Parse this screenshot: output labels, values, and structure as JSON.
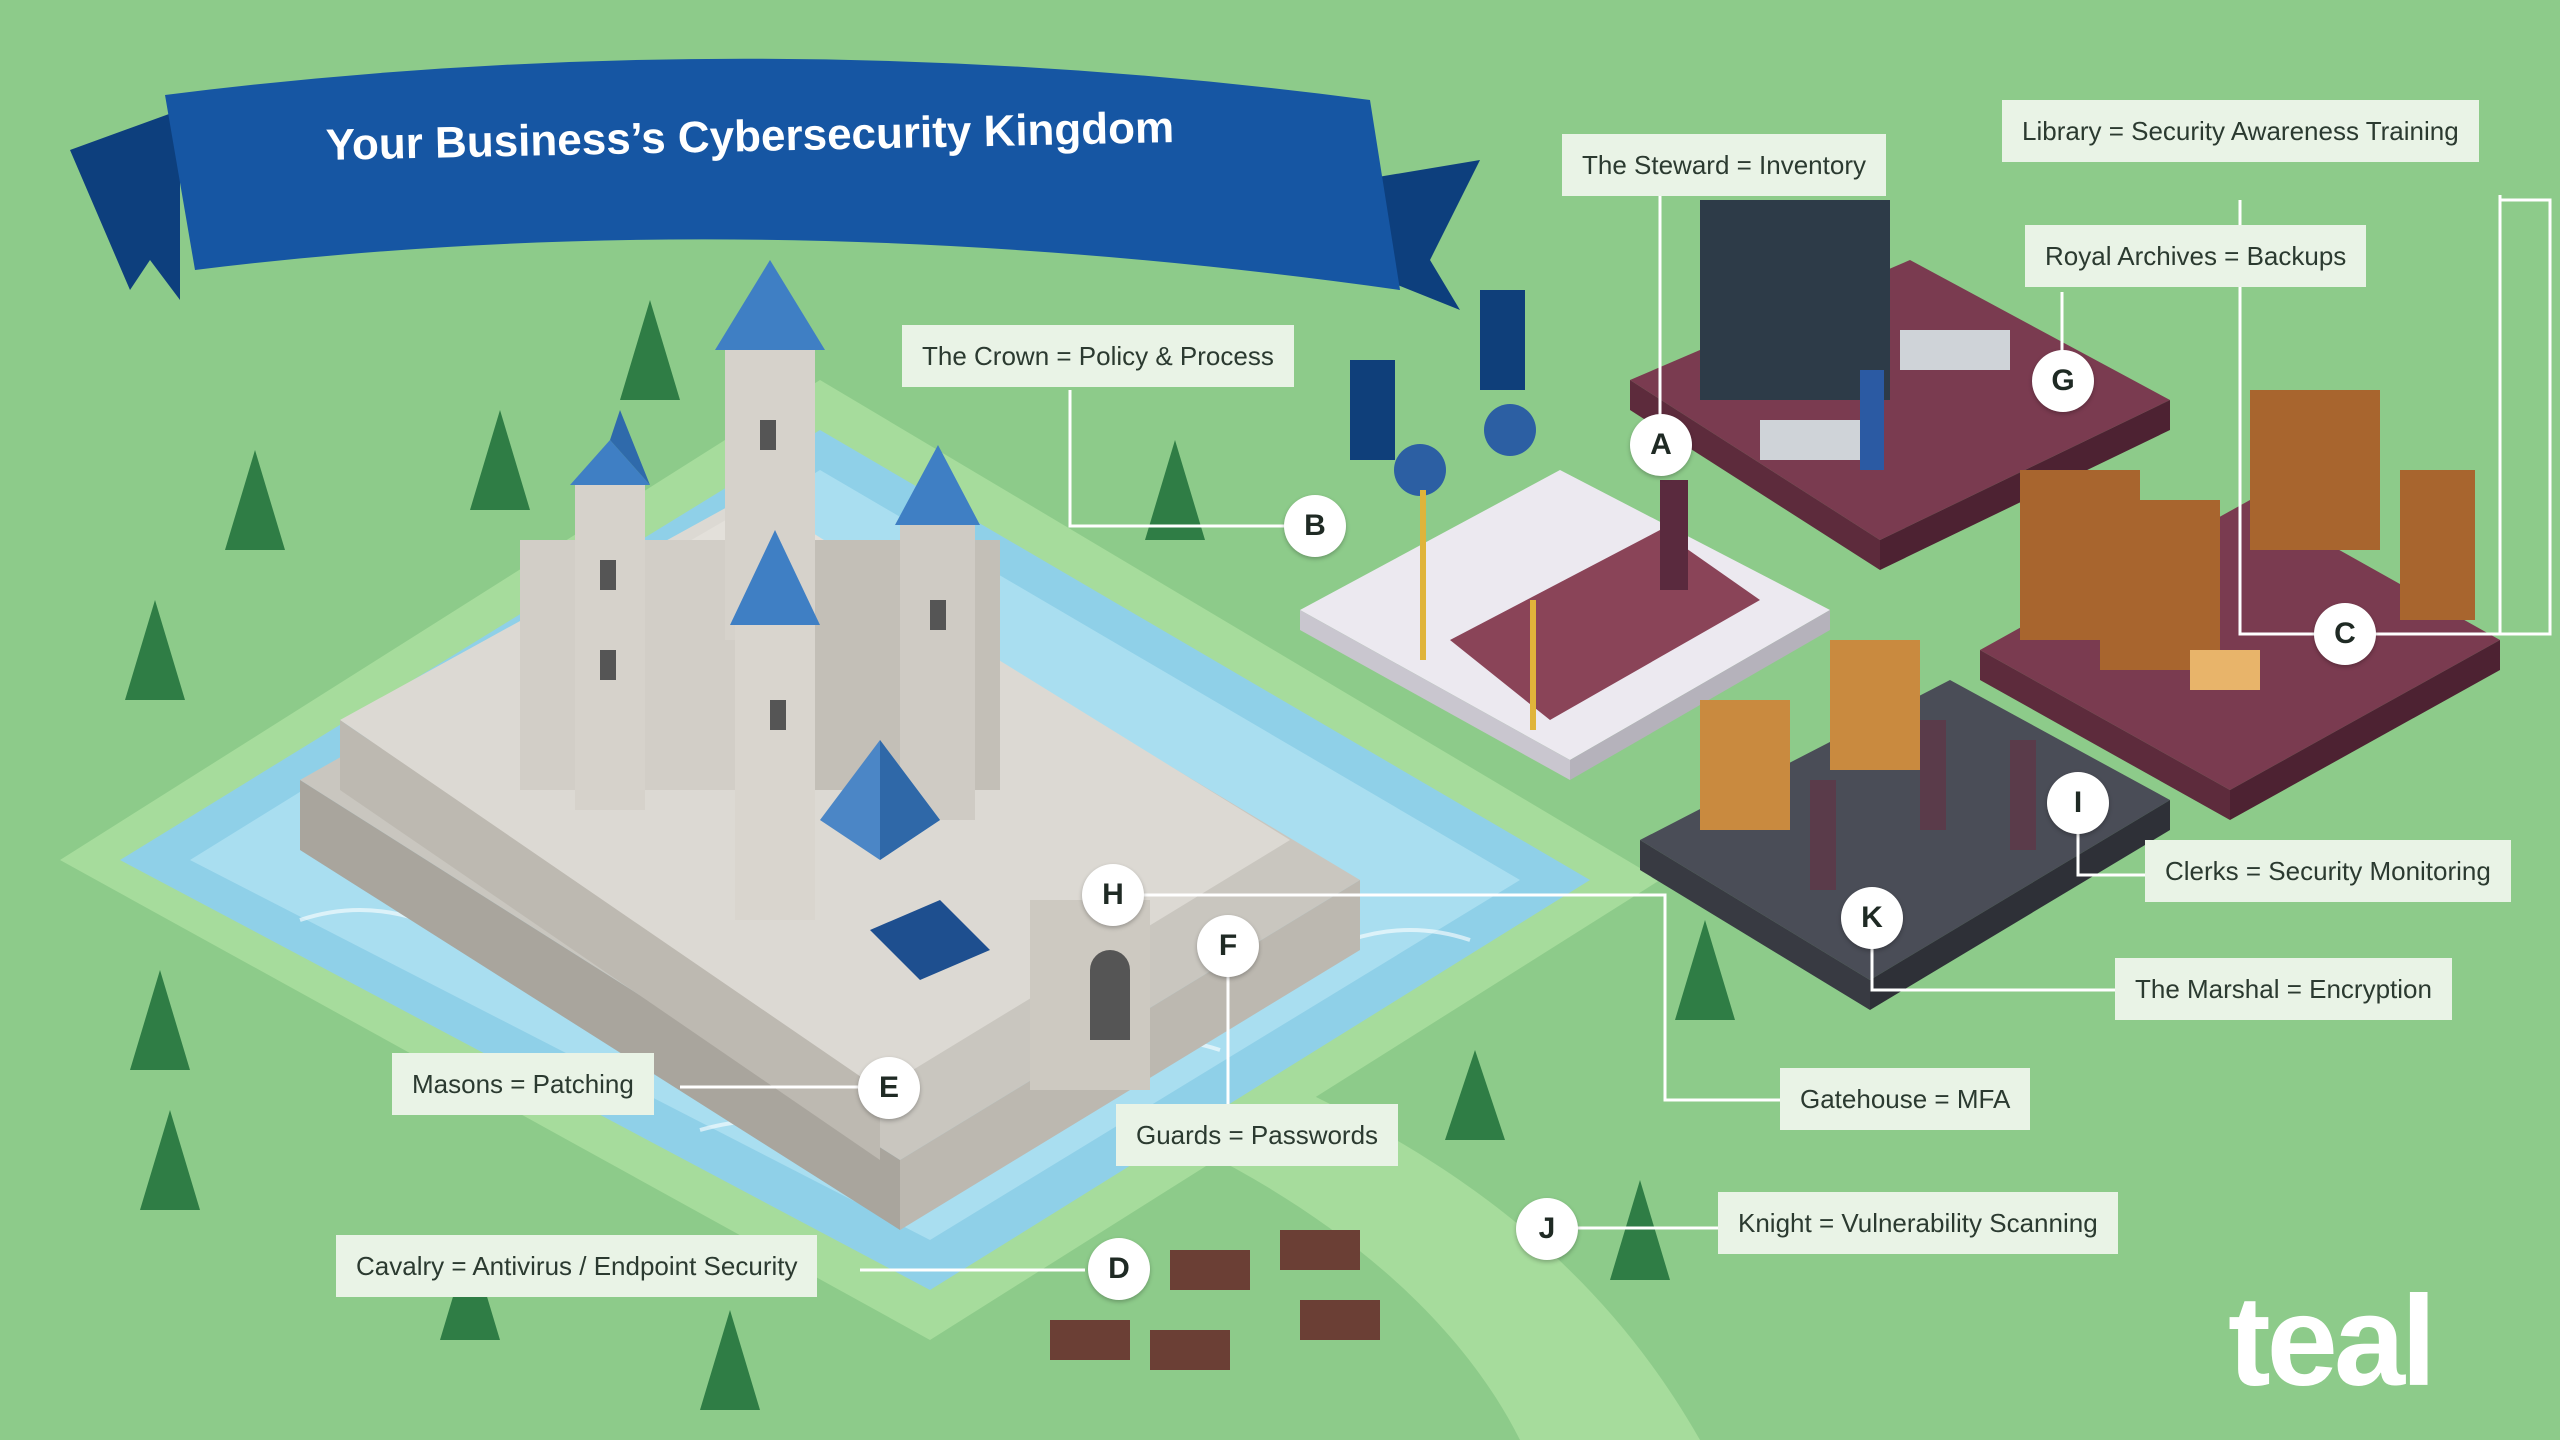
{
  "title": "Your Business’s Cybersecurity Kingdom",
  "brand": "teal",
  "colors": {
    "grass": "#8dcb8a",
    "banner": "#0f4a8f",
    "label_bg": "#e9f3e6",
    "marker": "#ffffff",
    "line": "#ffffff"
  },
  "labels": [
    {
      "key": "A",
      "text": "The Steward = Inventory"
    },
    {
      "key": "B",
      "text": "The Crown = Policy & Process"
    },
    {
      "key": "C",
      "text": "Library = Security Awareness Training"
    },
    {
      "key": "D",
      "text": "Cavalry = Antivirus / Endpoint Security"
    },
    {
      "key": "E",
      "text": "Masons = Patching"
    },
    {
      "key": "F",
      "text": "Guards = Passwords"
    },
    {
      "key": "G",
      "text": "Royal Archives = Backups"
    },
    {
      "key": "H",
      "text": "Gatehouse = MFA"
    },
    {
      "key": "I",
      "text": "Clerks = Security Monitoring"
    },
    {
      "key": "J",
      "text": "Knight = Vulnerability Scanning"
    },
    {
      "key": "K",
      "text": "The Marshal = Encryption"
    }
  ]
}
